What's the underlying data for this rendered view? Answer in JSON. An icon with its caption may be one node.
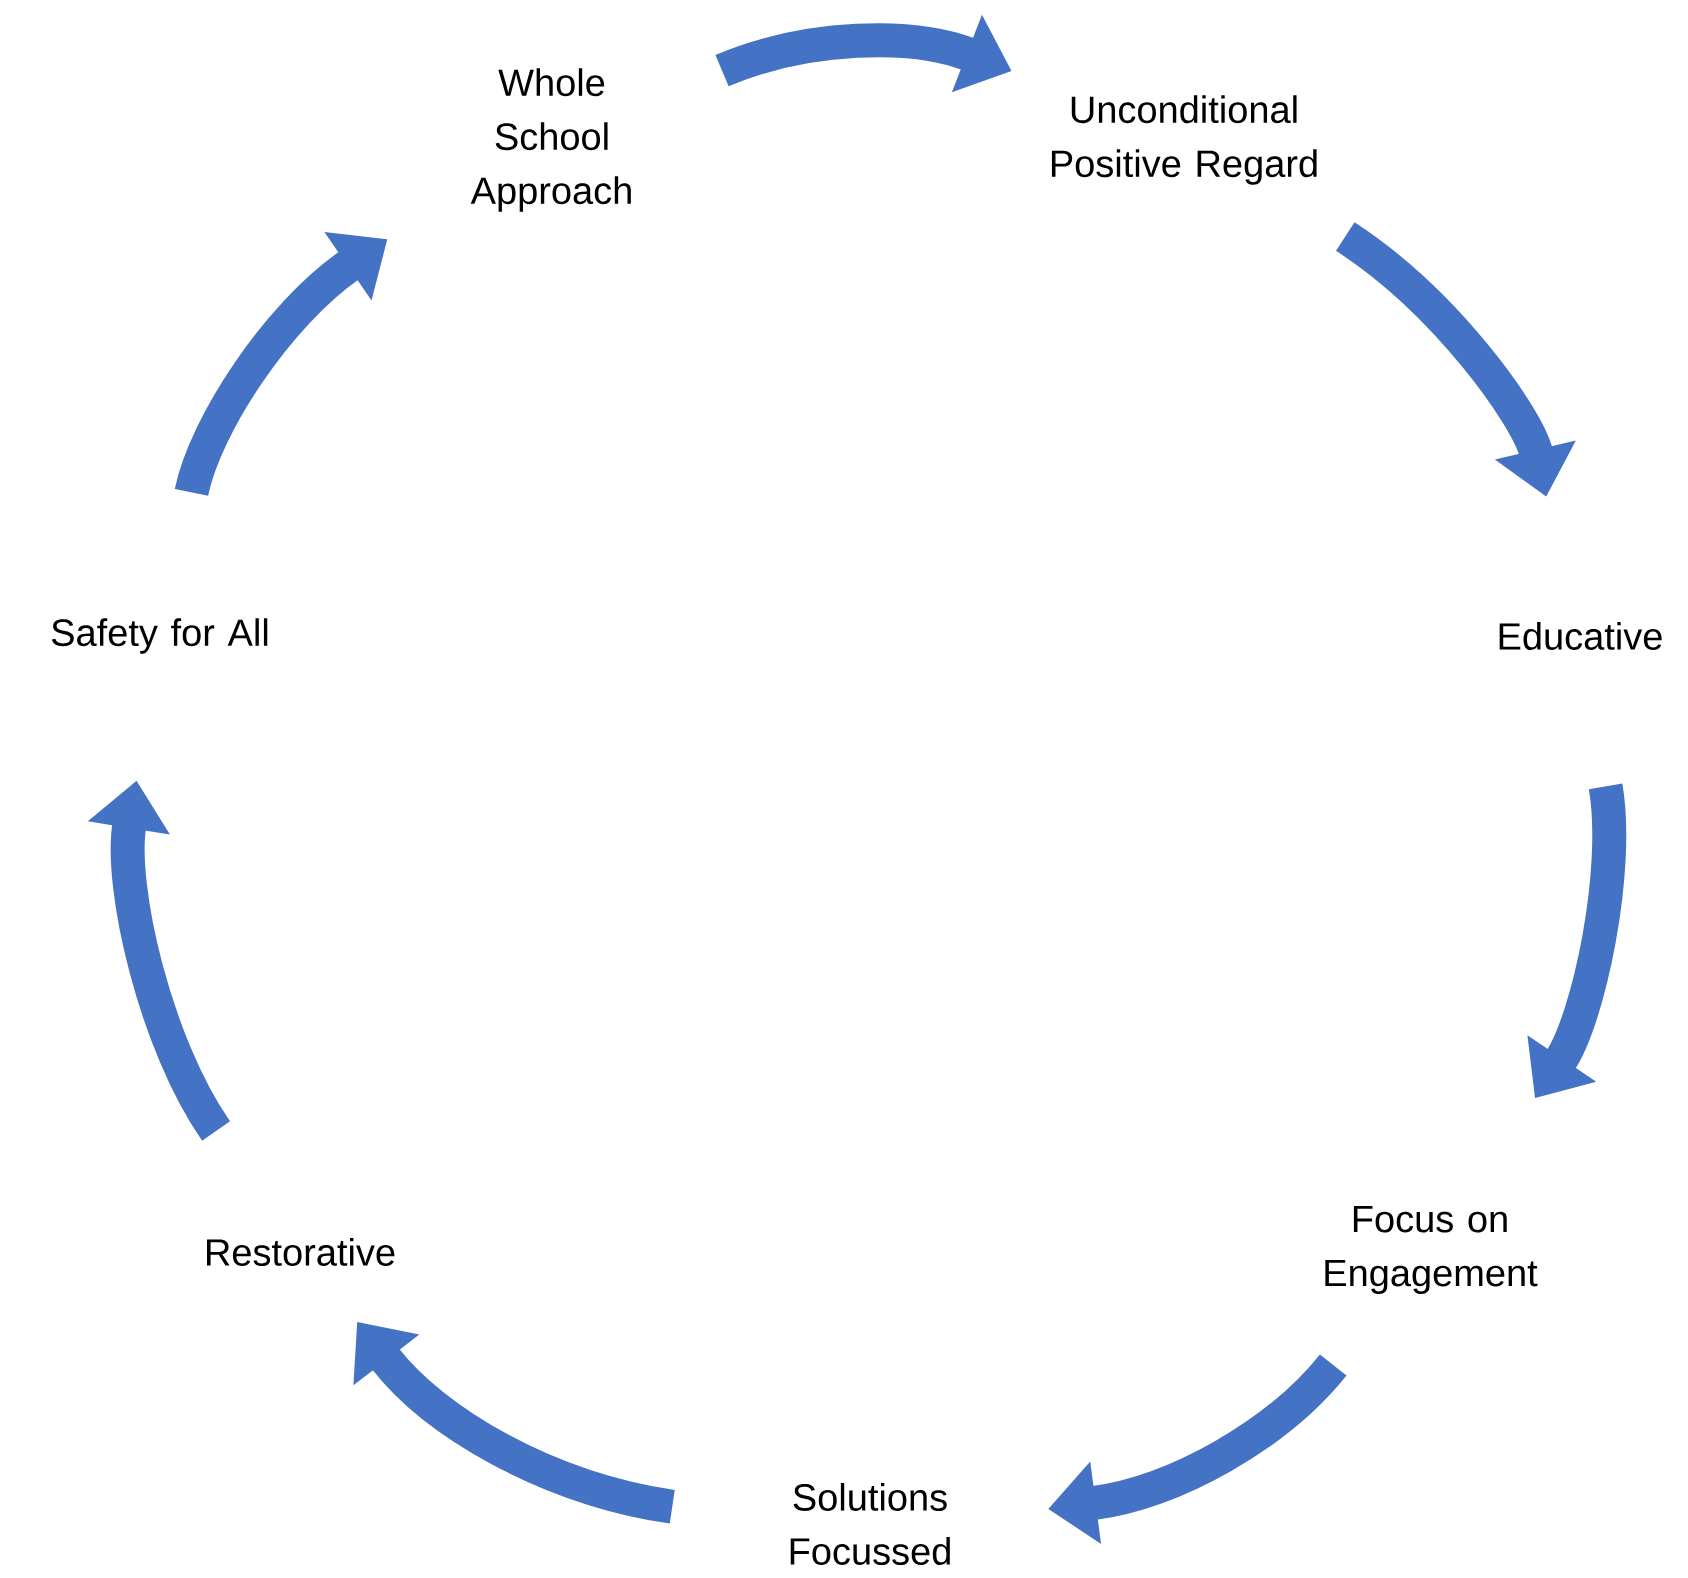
{
  "diagram": {
    "nodes": [
      {
        "text": [
          "Whole School Approach"
        ]
      },
      {
        "text": [
          "Unconditional Positive Regard"
        ]
      },
      {
        "text": [
          "Educative"
        ]
      },
      {
        "text": [
          "Focus on Engagement"
        ]
      },
      {
        "text": [
          "Solutions Focussed"
        ]
      },
      {
        "text": [
          "Restorative"
        ]
      },
      {
        "text": [
          "Safety for All"
        ]
      }
    ],
    "edges": [
      {
        "from": 0,
        "to": 1,
        "arrow": "to"
      },
      {
        "from": 1,
        "to": 2,
        "arrow": "to"
      },
      {
        "from": 2,
        "to": 3,
        "arrow": "to"
      },
      {
        "from": 3,
        "to": 4,
        "arrow": "to"
      },
      {
        "from": 4,
        "to": 5,
        "arrow": "to"
      },
      {
        "from": 5,
        "to": 6,
        "arrow": "to"
      },
      {
        "from": 6,
        "to": 0,
        "arrow": "to"
      }
    ]
  }
}
